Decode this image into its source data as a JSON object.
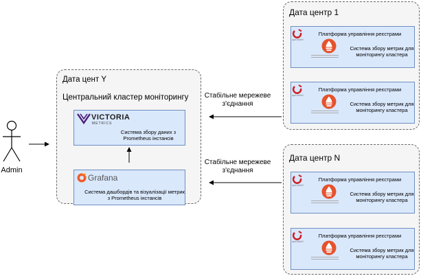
{
  "admin": {
    "label": "Admin"
  },
  "center": {
    "dc_title": "Дата цент Y",
    "cluster_title": "Центральний кластер моніторингу",
    "victoria": {
      "logo_text": "VICTORIA",
      "logo_sub": "METRICS",
      "description": "Система збору даних з Prometheus інстансів"
    },
    "grafana": {
      "logo_text": "Grafana",
      "description": "Система дашбордів та візуалізації метрик з Prometheus інстансів"
    }
  },
  "links": {
    "top": "Стабільне мережеве з'єднання",
    "bottom": "Стабільне мережеве з'єднання"
  },
  "dc1": {
    "title": "Дата центр 1",
    "nodes": [
      {
        "platform": "Платформа управління реєстрами",
        "metrics": "Система збору метрик для моніторингу кластера",
        "brand": "openshift"
      },
      {
        "platform": "Платформа управління реєстрами",
        "metrics": "Система збору метрик для моніторингу кластера",
        "brand": "openshift"
      }
    ]
  },
  "dcN": {
    "title": "Дата центр N",
    "nodes": [
      {
        "platform": "Платформа управління реєстрами",
        "metrics": "Система збору метрик для моніторингу кластера",
        "brand": "openshift"
      },
      {
        "platform": "Платформа управління реєстрами",
        "metrics": "Система збору метрик для моніторингу кластера",
        "brand": "openshift"
      }
    ]
  },
  "colors": {
    "box_fill": "#dae8fc",
    "box_stroke": "#6c8ebf",
    "container_fill": "#f5f5f5",
    "openshift_red": "#cc2229",
    "prometheus_orange": "#e6522c",
    "grafana_orange": "#f15b2a",
    "victoria_purple": "#4d1e77"
  }
}
